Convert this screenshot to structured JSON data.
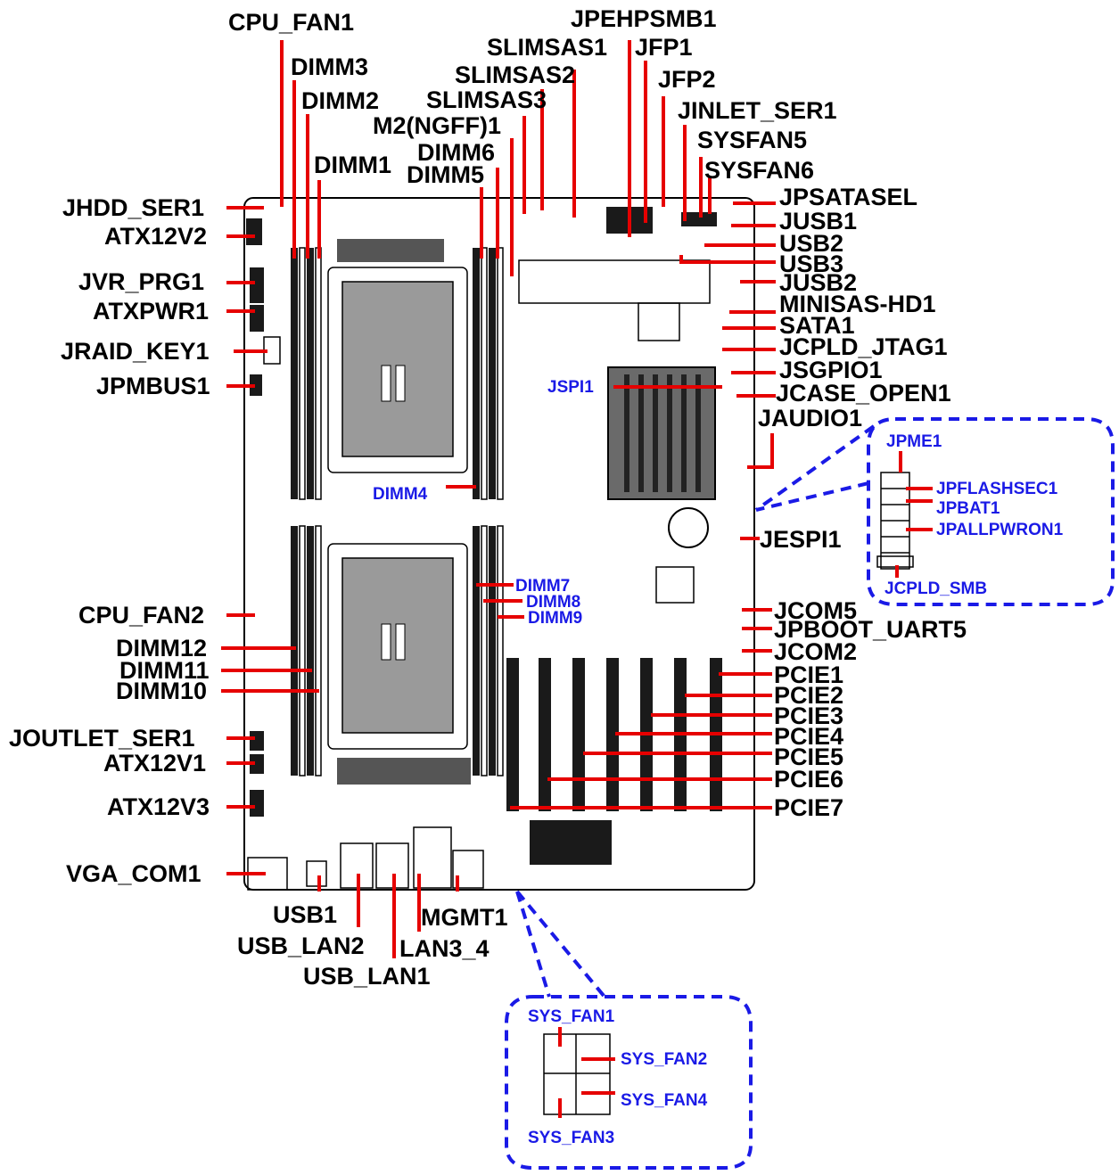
{
  "labels": {
    "cpu_fan1": "CPU_FAN1",
    "dimm3": "DIMM3",
    "dimm2": "DIMM2",
    "dimm1": "DIMM1",
    "jhdd_ser1": "JHDD_SER1",
    "atx12v2": "ATX12V2",
    "jvr_prg1": "JVR_PRG1",
    "atxpwr1": "ATXPWR1",
    "jraid_key1": "JRAID_KEY1",
    "jpmbus1": "JPMBUS1",
    "cpu_fan2": "CPU_FAN2",
    "dimm12": "DIMM12",
    "dimm11": "DIMM11",
    "dimm10": "DIMM10",
    "joutlet_ser1": "JOUTLET_SER1",
    "atx12v1": "ATX12V1",
    "atx12v3": "ATX12V3",
    "vga_com1": "VGA_COM1",
    "usb1": "USB1",
    "usb_lan2": "USB_LAN2",
    "usb_lan1": "USB_LAN1",
    "lan3_4": "LAN3_4",
    "mgmt1": "MGMT1",
    "jpehpsmb1": "JPEHPSMB1",
    "slimsas1": "SLIMSAS1",
    "slimsas2": "SLIMSAS2",
    "slimsas3": "SLIMSAS3",
    "m2_ngff1": "M2(NGFF)1",
    "dimm6": "DIMM6",
    "dimm5": "DIMM5",
    "jfp1": "JFP1",
    "jfp2": "JFP2",
    "jinlet_ser1": "JINLET_SER1",
    "sysfan5": "SYSFAN5",
    "sysfan6": "SYSFAN6",
    "jpsatasel": "JPSATASEL",
    "jusb1": "JUSB1",
    "usb2": "USB2",
    "usb3": "USB3",
    "jusb2": "JUSB2",
    "minisas_hd1": "MINISAS-HD1",
    "sata1": "SATA1",
    "jcpld_jtag1": "JCPLD_JTAG1",
    "jsgpio1": "JSGPIO1",
    "jcase_open1": "JCASE_OPEN1",
    "jaudio1": "JAUDIO1",
    "jespi1": "JESPI1",
    "jcom5": "JCOM5",
    "jpboot_uart5": "JPBOOT_UART5",
    "jcom2": "JCOM2",
    "pcie1": "PCIE1",
    "pcie2": "PCIE2",
    "pcie3": "PCIE3",
    "pcie4": "PCIE4",
    "pcie5": "PCIE5",
    "pcie6": "PCIE6",
    "pcie7": "PCIE7"
  },
  "board_labels": {
    "jspi1": "JSPI1",
    "dimm4": "DIMM4",
    "dimm7": "DIMM7",
    "dimm8": "DIMM8",
    "dimm9": "DIMM9"
  },
  "inset_jumpers": {
    "jpme1": "JPME1",
    "jpflashsec1": "JPFLASHSEC1",
    "jpbat1": "JPBAT1",
    "jpallpwron1": "JPALLPWRON1",
    "jcpld_smb": "JCPLD_SMB"
  },
  "inset_fans": {
    "sys_fan1": "SYS_FAN1",
    "sys_fan2": "SYS_FAN2",
    "sys_fan4": "SYS_FAN4",
    "sys_fan3": "SYS_FAN3"
  },
  "colors": {
    "leader": "#e60000",
    "callout_label": "#1a1ae6",
    "inset_border": "#1a1ae6"
  }
}
